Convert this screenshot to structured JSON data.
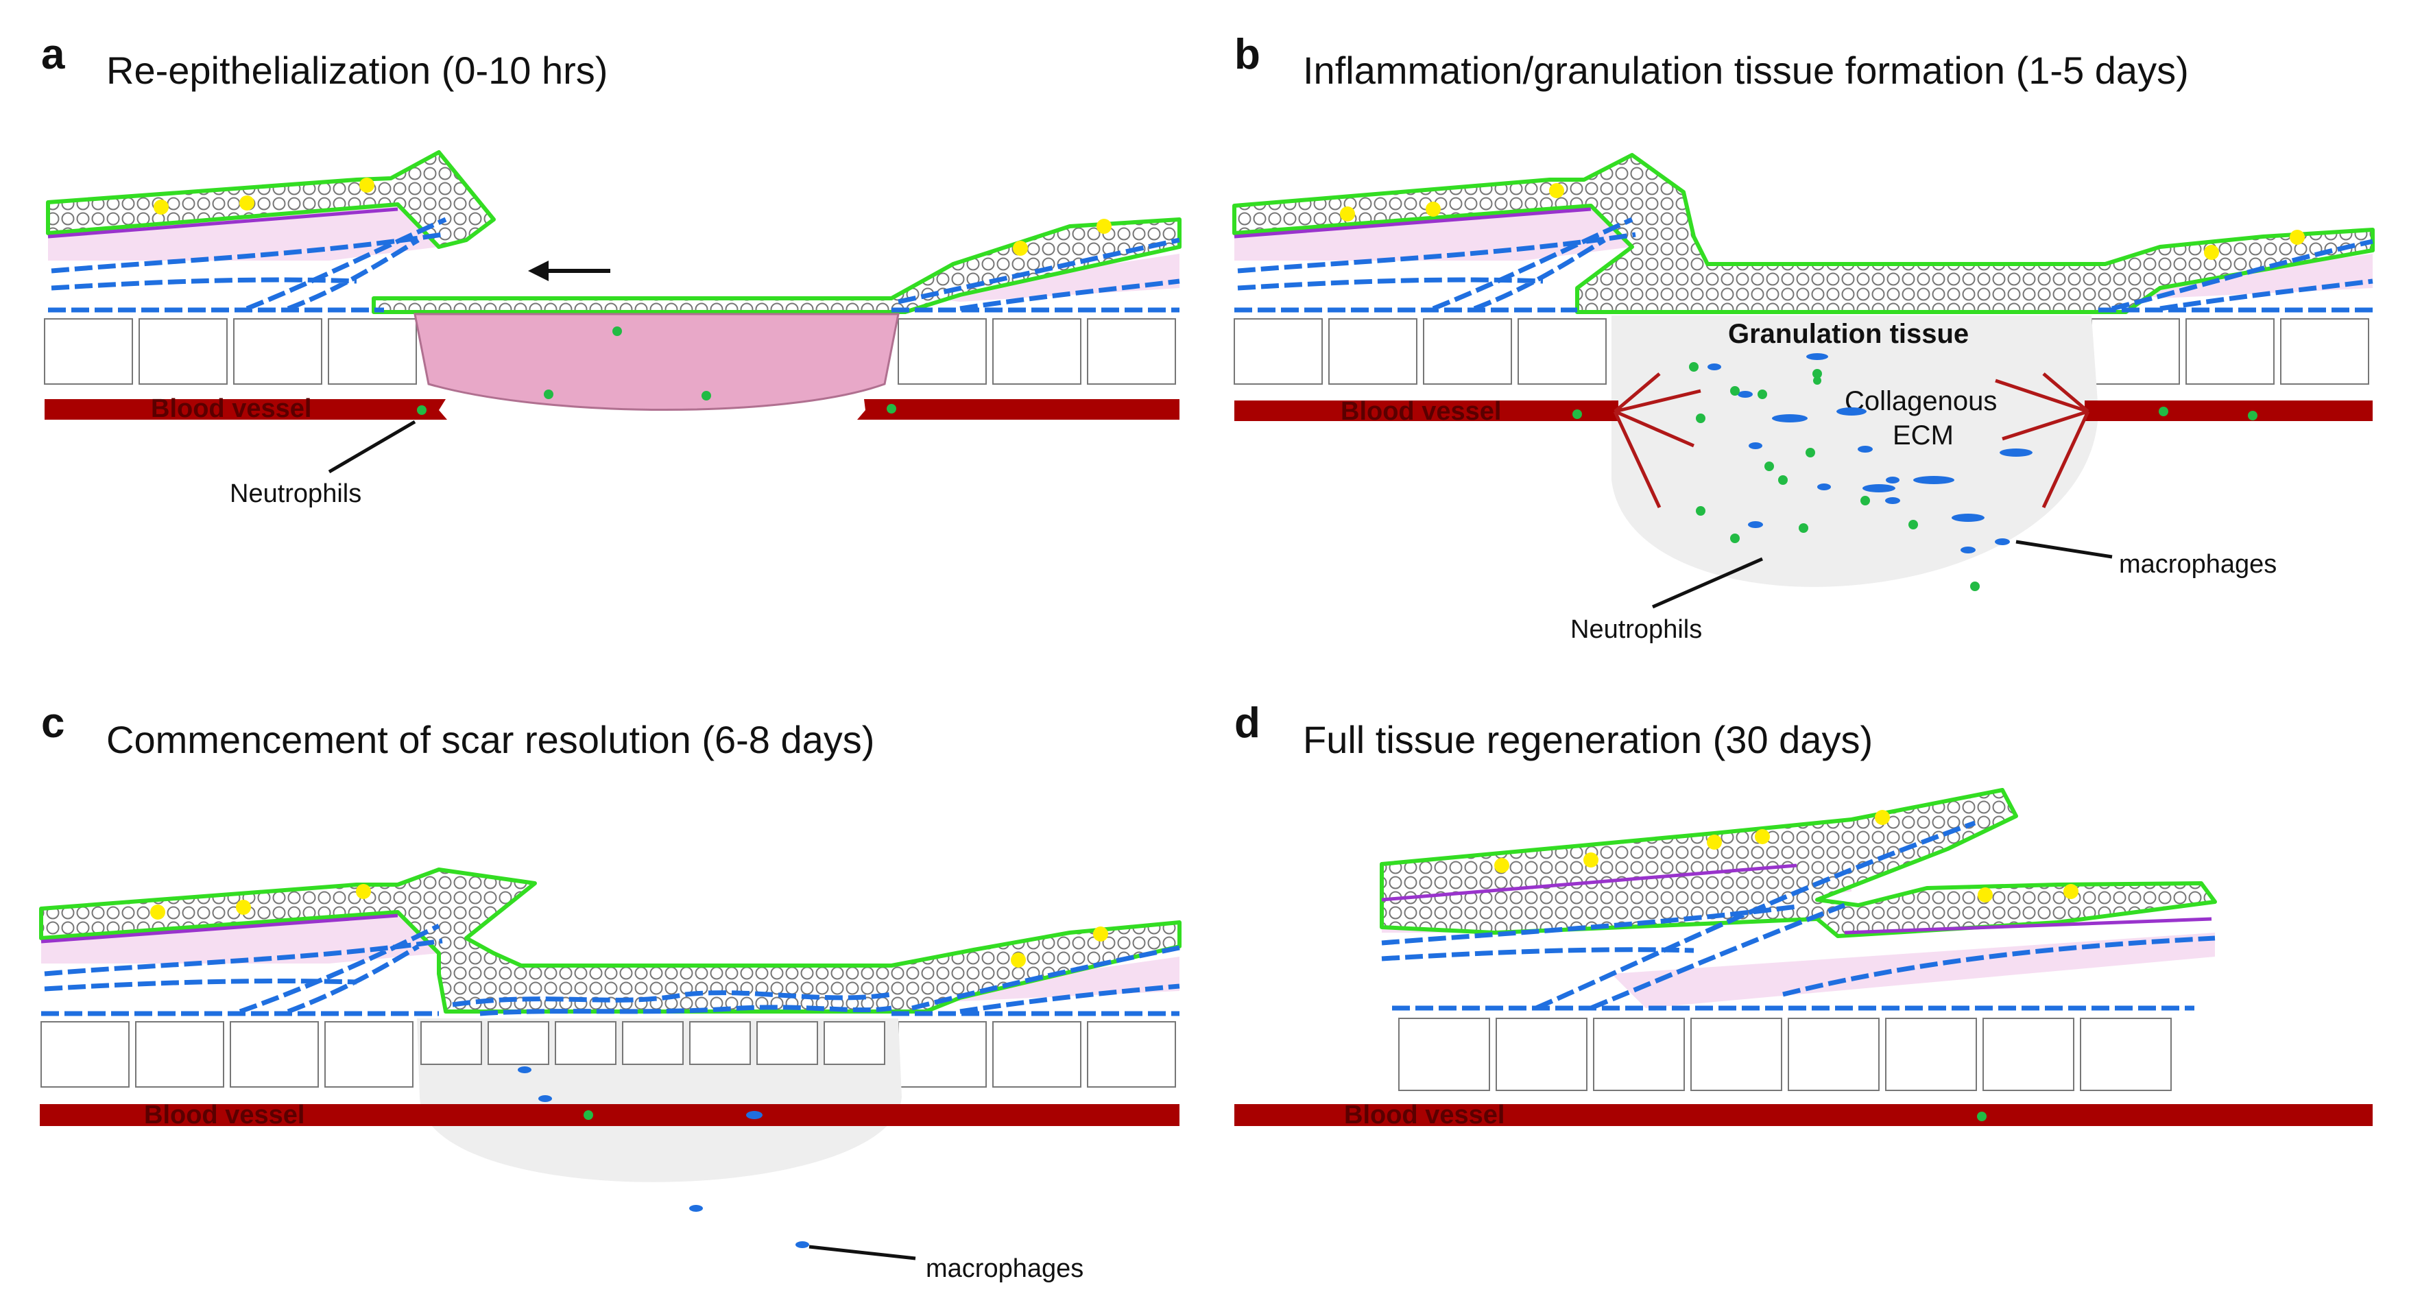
{
  "panels": {
    "a": {
      "letter": "a",
      "title": "Re-epithelialization (0-10 hrs)",
      "blood_vessel": "Blood vessel",
      "neutrophils": "Neutrophils"
    },
    "b": {
      "letter": "b",
      "title": "Inflammation/granulation tissue formation (1-5 days)",
      "blood_vessel": "Blood vessel",
      "granulation": "Granulation tissue",
      "ecm_line1": "Collagenous",
      "ecm_line2": "ECM",
      "macrophages": "macrophages",
      "neutrophils": "Neutrophils"
    },
    "c": {
      "letter": "c",
      "title": "Commencement of scar resolution (6-8 days)",
      "blood_vessel": "Blood vessel",
      "macrophages": "macrophages"
    },
    "d": {
      "letter": "d",
      "title": "Full tissue regeneration (30 days)",
      "blood_vessel": "Blood vessel"
    }
  },
  "colors": {
    "epidermis_outline": "#33dd22",
    "dermis_fill": "#f6def2",
    "dermis_line": "#9933cc",
    "vessel_fiber": "#1f6fe0",
    "blood_vessel": "#a80000",
    "clot": "#e8a8c8",
    "granulation": "#eeeeee",
    "neutrophil": "#22bb44",
    "melanocyte": "#ffee00",
    "capillary": "#b01818"
  }
}
